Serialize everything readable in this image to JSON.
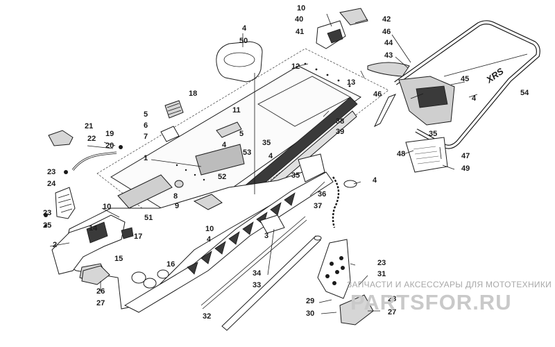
{
  "diagram": {
    "part_labels": [
      "1",
      "2",
      "3",
      "4",
      "5",
      "6",
      "7",
      "8",
      "9",
      "10",
      "11",
      "12",
      "13",
      "14",
      "15",
      "16",
      "17",
      "18",
      "19",
      "20",
      "21",
      "22",
      "23",
      "24",
      "25",
      "26",
      "27",
      "28",
      "29",
      "30",
      "31",
      "32",
      "33",
      "34",
      "35",
      "36",
      "37",
      "38",
      "39",
      "40",
      "41",
      "42",
      "43",
      "44",
      "45",
      "46",
      "47",
      "48",
      "49",
      "50",
      "51",
      "52",
      "53",
      "54"
    ],
    "decal_text": "XRS",
    "watermark": {
      "line1": "ЗАПЧАСТИ И АКСЕССУАРЫ ДЛЯ МОТОТЕХНИКИ",
      "logo": "PARTSFOR.RU"
    }
  }
}
